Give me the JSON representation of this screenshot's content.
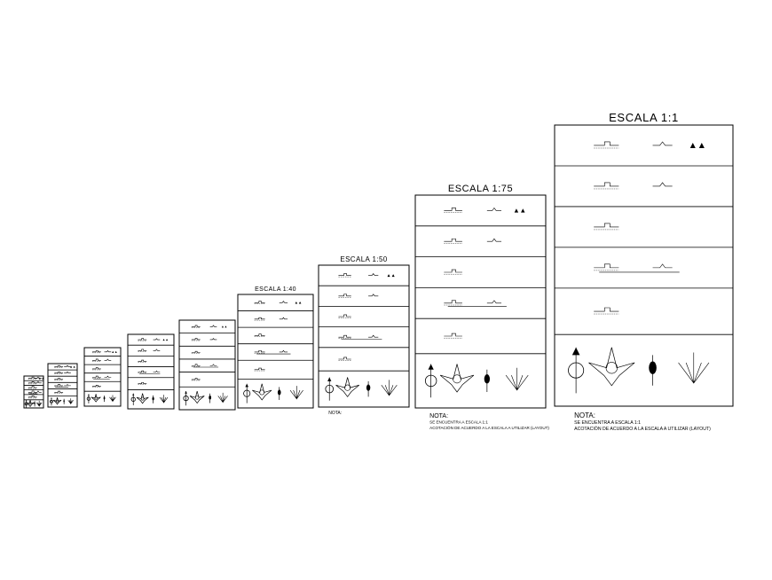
{
  "sheets": [
    {
      "scale_title": "",
      "note_title": "",
      "note_lines": []
    },
    {
      "scale_title": "",
      "note_title": "",
      "note_lines": []
    },
    {
      "scale_title": "",
      "note_title": "",
      "note_lines": []
    },
    {
      "scale_title": "",
      "note_title": "",
      "note_lines": []
    },
    {
      "scale_title": "",
      "note_title": "",
      "note_lines": []
    },
    {
      "scale_title": "ESCALA 1:40",
      "note_title": "",
      "note_lines": []
    },
    {
      "scale_title": "ESCALA 1:50",
      "note_title": "NOTA:",
      "note_lines": []
    },
    {
      "scale_title": "ESCALA 1:75",
      "note_title": "NOTA:",
      "note_lines": [
        "SE ENCUENTRA A ESCALA 1:1",
        "ACOTACIÓN DE ACUERDO A LA ESCALA A UTILIZAR (LAYOUT)"
      ]
    },
    {
      "scale_title": "ESCALA 1:1",
      "note_title": "NOTA:",
      "note_lines": [
        "SE ENCUENTRA A ESCALA 1:1",
        "ACOTACIÓN DE ACUERDO A LA ESCALA A UTILIZAR (LAYOUT)"
      ]
    }
  ],
  "colors": {
    "ink": "#000000",
    "background": "#ffffff"
  }
}
